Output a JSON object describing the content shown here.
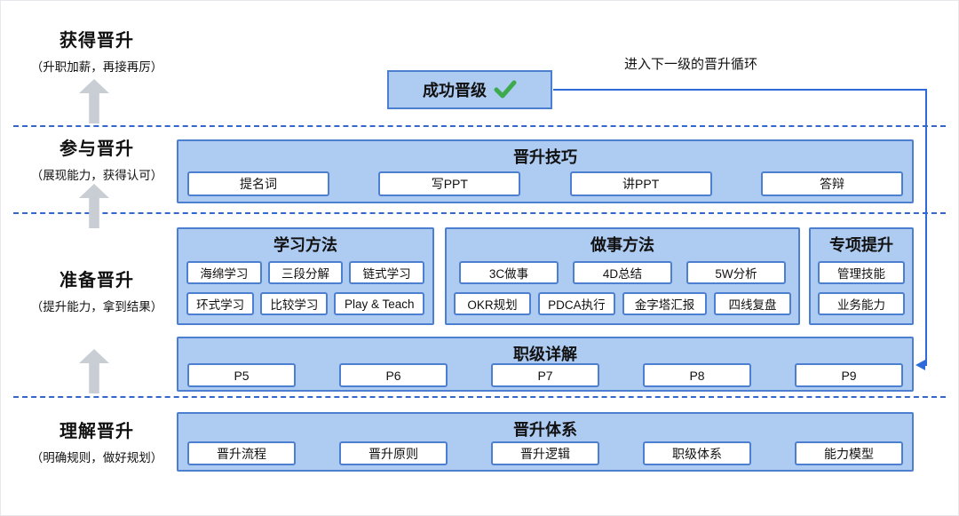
{
  "colors": {
    "panel_fill": "#aecbf2",
    "panel_border": "#4d7fd0",
    "dashed_line": "#3566cc",
    "gray_arrow": "#c9cdd4",
    "loop_arrow": "#2f6bd8",
    "check_green": "#3daa4e"
  },
  "stages": [
    {
      "title": "获得晋升",
      "subtitle": "（升职加薪，再接再厉）"
    },
    {
      "title": "参与晋升",
      "subtitle": "（展现能力，获得认可）"
    },
    {
      "title": "准备晋升",
      "subtitle": "（提升能力，拿到结果）"
    },
    {
      "title": "理解晋升",
      "subtitle": "（明确规则，做好规划）"
    }
  ],
  "success": {
    "label": "成功晋级"
  },
  "loop_note": "进入下一级的晋升循环",
  "sections": {
    "skills": {
      "title": "晋升技巧",
      "items": [
        "提名词",
        "写PPT",
        "讲PPT",
        "答辩"
      ]
    },
    "learning": {
      "title": "学习方法",
      "rows": [
        [
          "海绵学习",
          "三段分解",
          "链式学习"
        ],
        [
          "环式学习",
          "比较学习",
          "Play & Teach"
        ]
      ]
    },
    "doing": {
      "title": "做事方法",
      "rows": [
        [
          "3C做事",
          "4D总结",
          "5W分析"
        ],
        [
          "OKR规划",
          "PDCA执行",
          "金字塔汇报",
          "四线复盘"
        ]
      ]
    },
    "special": {
      "title": "专项提升",
      "items": [
        "管理技能",
        "业务能力"
      ]
    },
    "levels": {
      "title": "职级详解",
      "items": [
        "P5",
        "P6",
        "P7",
        "P8",
        "P9"
      ]
    },
    "system": {
      "title": "晋升体系",
      "items": [
        "晋升流程",
        "晋升原则",
        "晋升逻辑",
        "职级体系",
        "能力模型"
      ]
    }
  }
}
